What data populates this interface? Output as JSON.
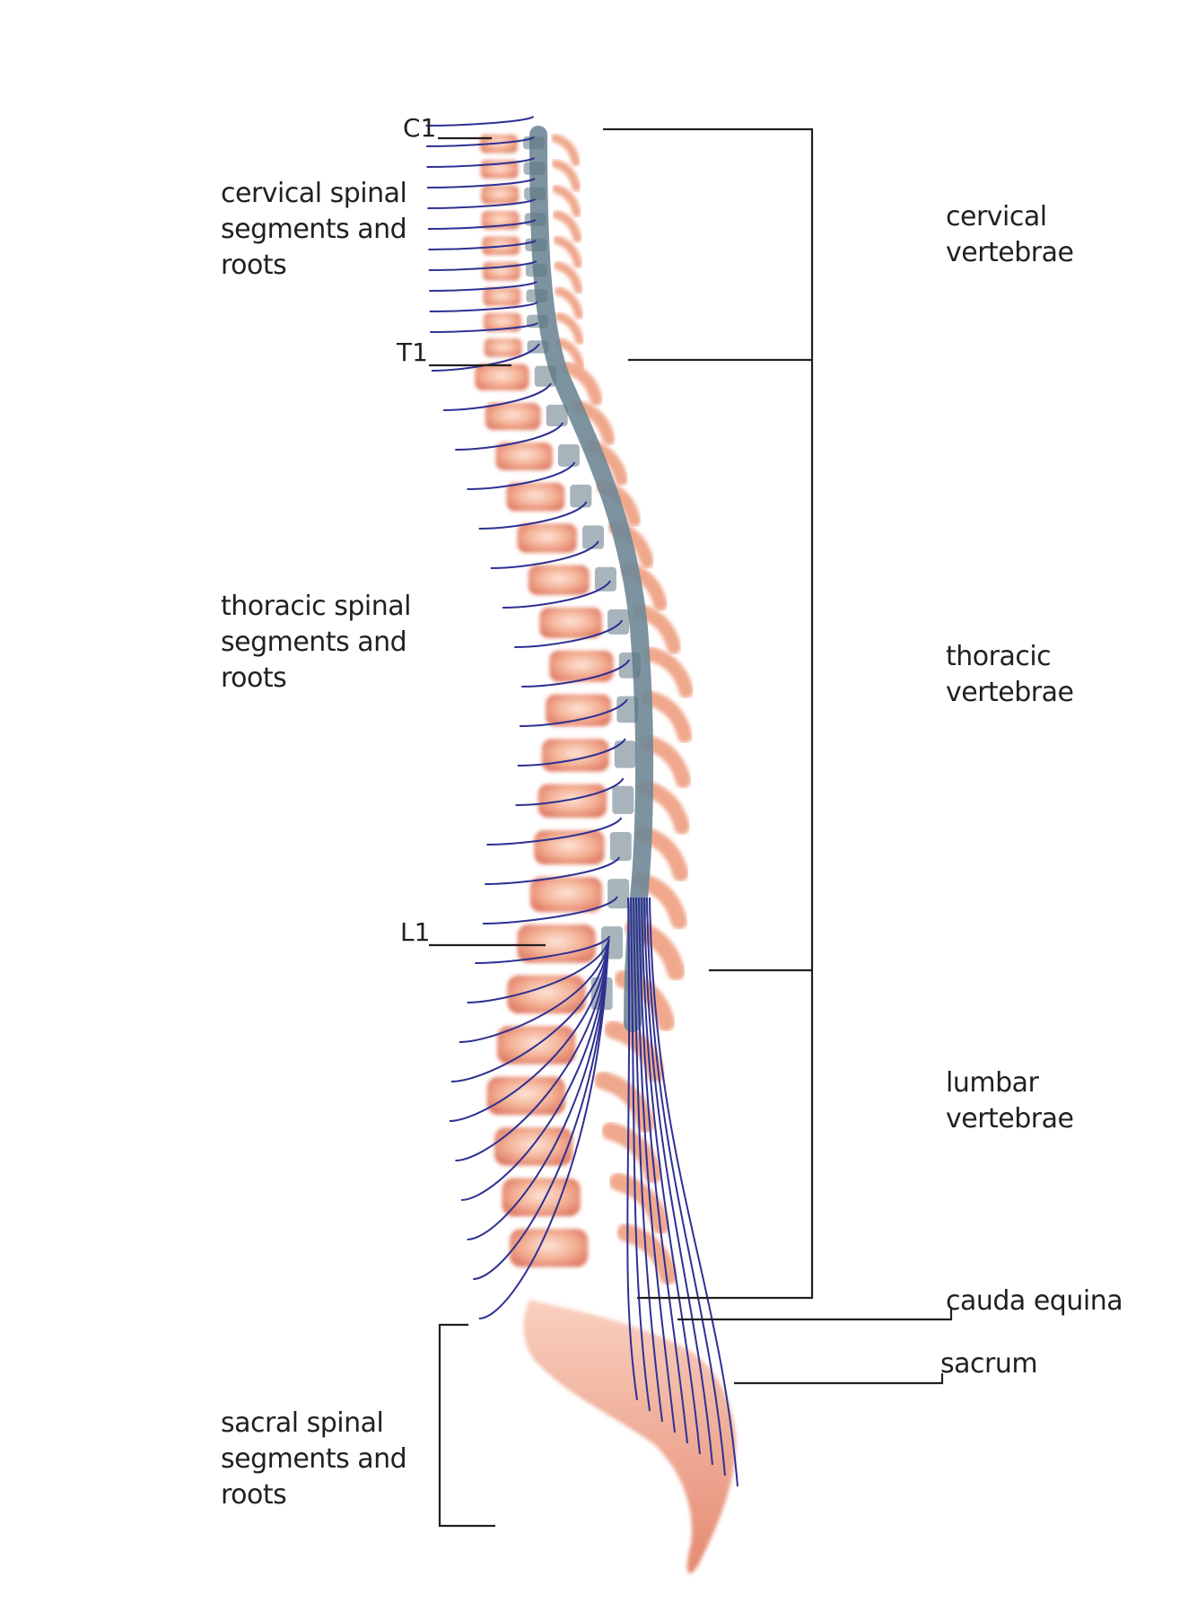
{
  "diagram": {
    "levels": {
      "c1": "C1",
      "t1": "T1",
      "l1": "L1"
    },
    "left_labels": {
      "cervical": [
        "cervical spinal",
        "segments and",
        "roots"
      ],
      "thoracic": [
        "thoracic spinal",
        "segments and",
        "roots"
      ],
      "sacral": [
        "sacral spinal",
        "segments and",
        "roots"
      ]
    },
    "right_labels": {
      "cervical": [
        "cervical",
        "vertebrae"
      ],
      "thoracic": [
        "thoracic",
        "vertebrae"
      ],
      "lumbar": [
        "lumbar",
        "vertebrae"
      ],
      "cauda": "cauda equina",
      "sacrum": "sacrum"
    },
    "colors": {
      "bone": "#f2a989",
      "bone_dark": "#e0826a",
      "cord": "#6f8796",
      "nerve": "#2e3192",
      "leader": "#231f20"
    }
  }
}
